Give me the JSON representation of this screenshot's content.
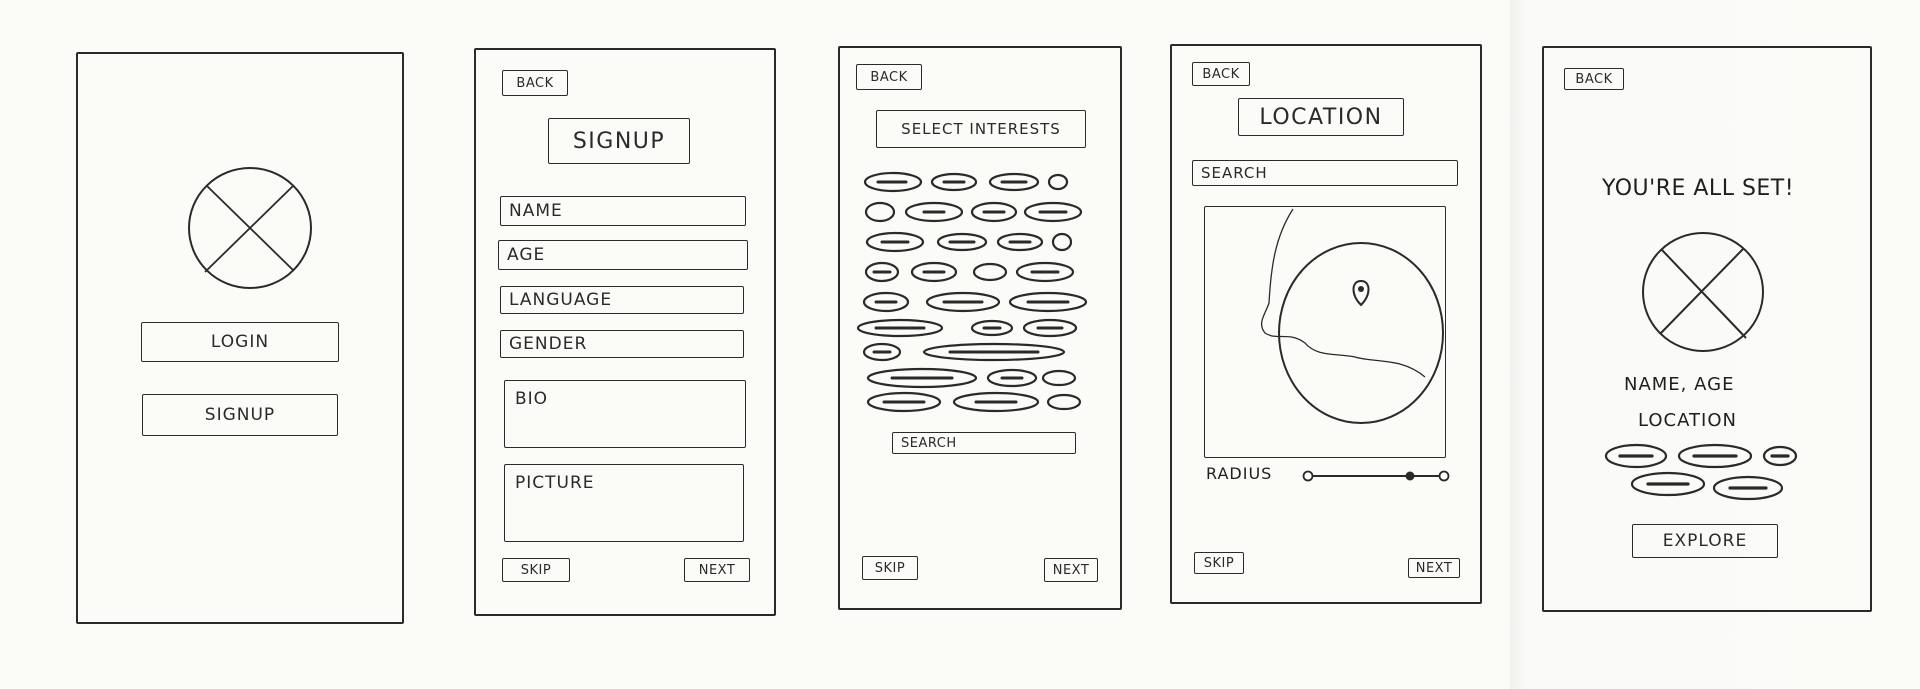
{
  "screens": {
    "welcome": {
      "login_label": "LOGIN",
      "signup_label": "SIGNUP"
    },
    "signup": {
      "back_label": "BACK",
      "title": "SIGNUP",
      "name_label": "NAME",
      "age_label": "AGE",
      "language_label": "LANGUAGE",
      "gender_label": "GENDER",
      "bio_label": "BIO",
      "picture_label": "PICTURE",
      "skip_label": "SKIP",
      "next_label": "NEXT"
    },
    "interests": {
      "back_label": "BACK",
      "title": "SELECT INTERESTS",
      "search_label": "SEARCH",
      "skip_label": "SKIP",
      "next_label": "NEXT"
    },
    "location": {
      "back_label": "BACK",
      "title": "LOCATION",
      "search_label": "SEARCH",
      "radius_label": "RADIUS",
      "radius_level": 0.75,
      "skip_label": "SKIP",
      "next_label": "NEXT"
    },
    "done": {
      "back_label": "BACK",
      "heading": "YOU'RE ALL SET!",
      "summary_line1": "NAME, AGE",
      "summary_line2": "LOCATION",
      "explore_label": "EXPLORE"
    }
  }
}
